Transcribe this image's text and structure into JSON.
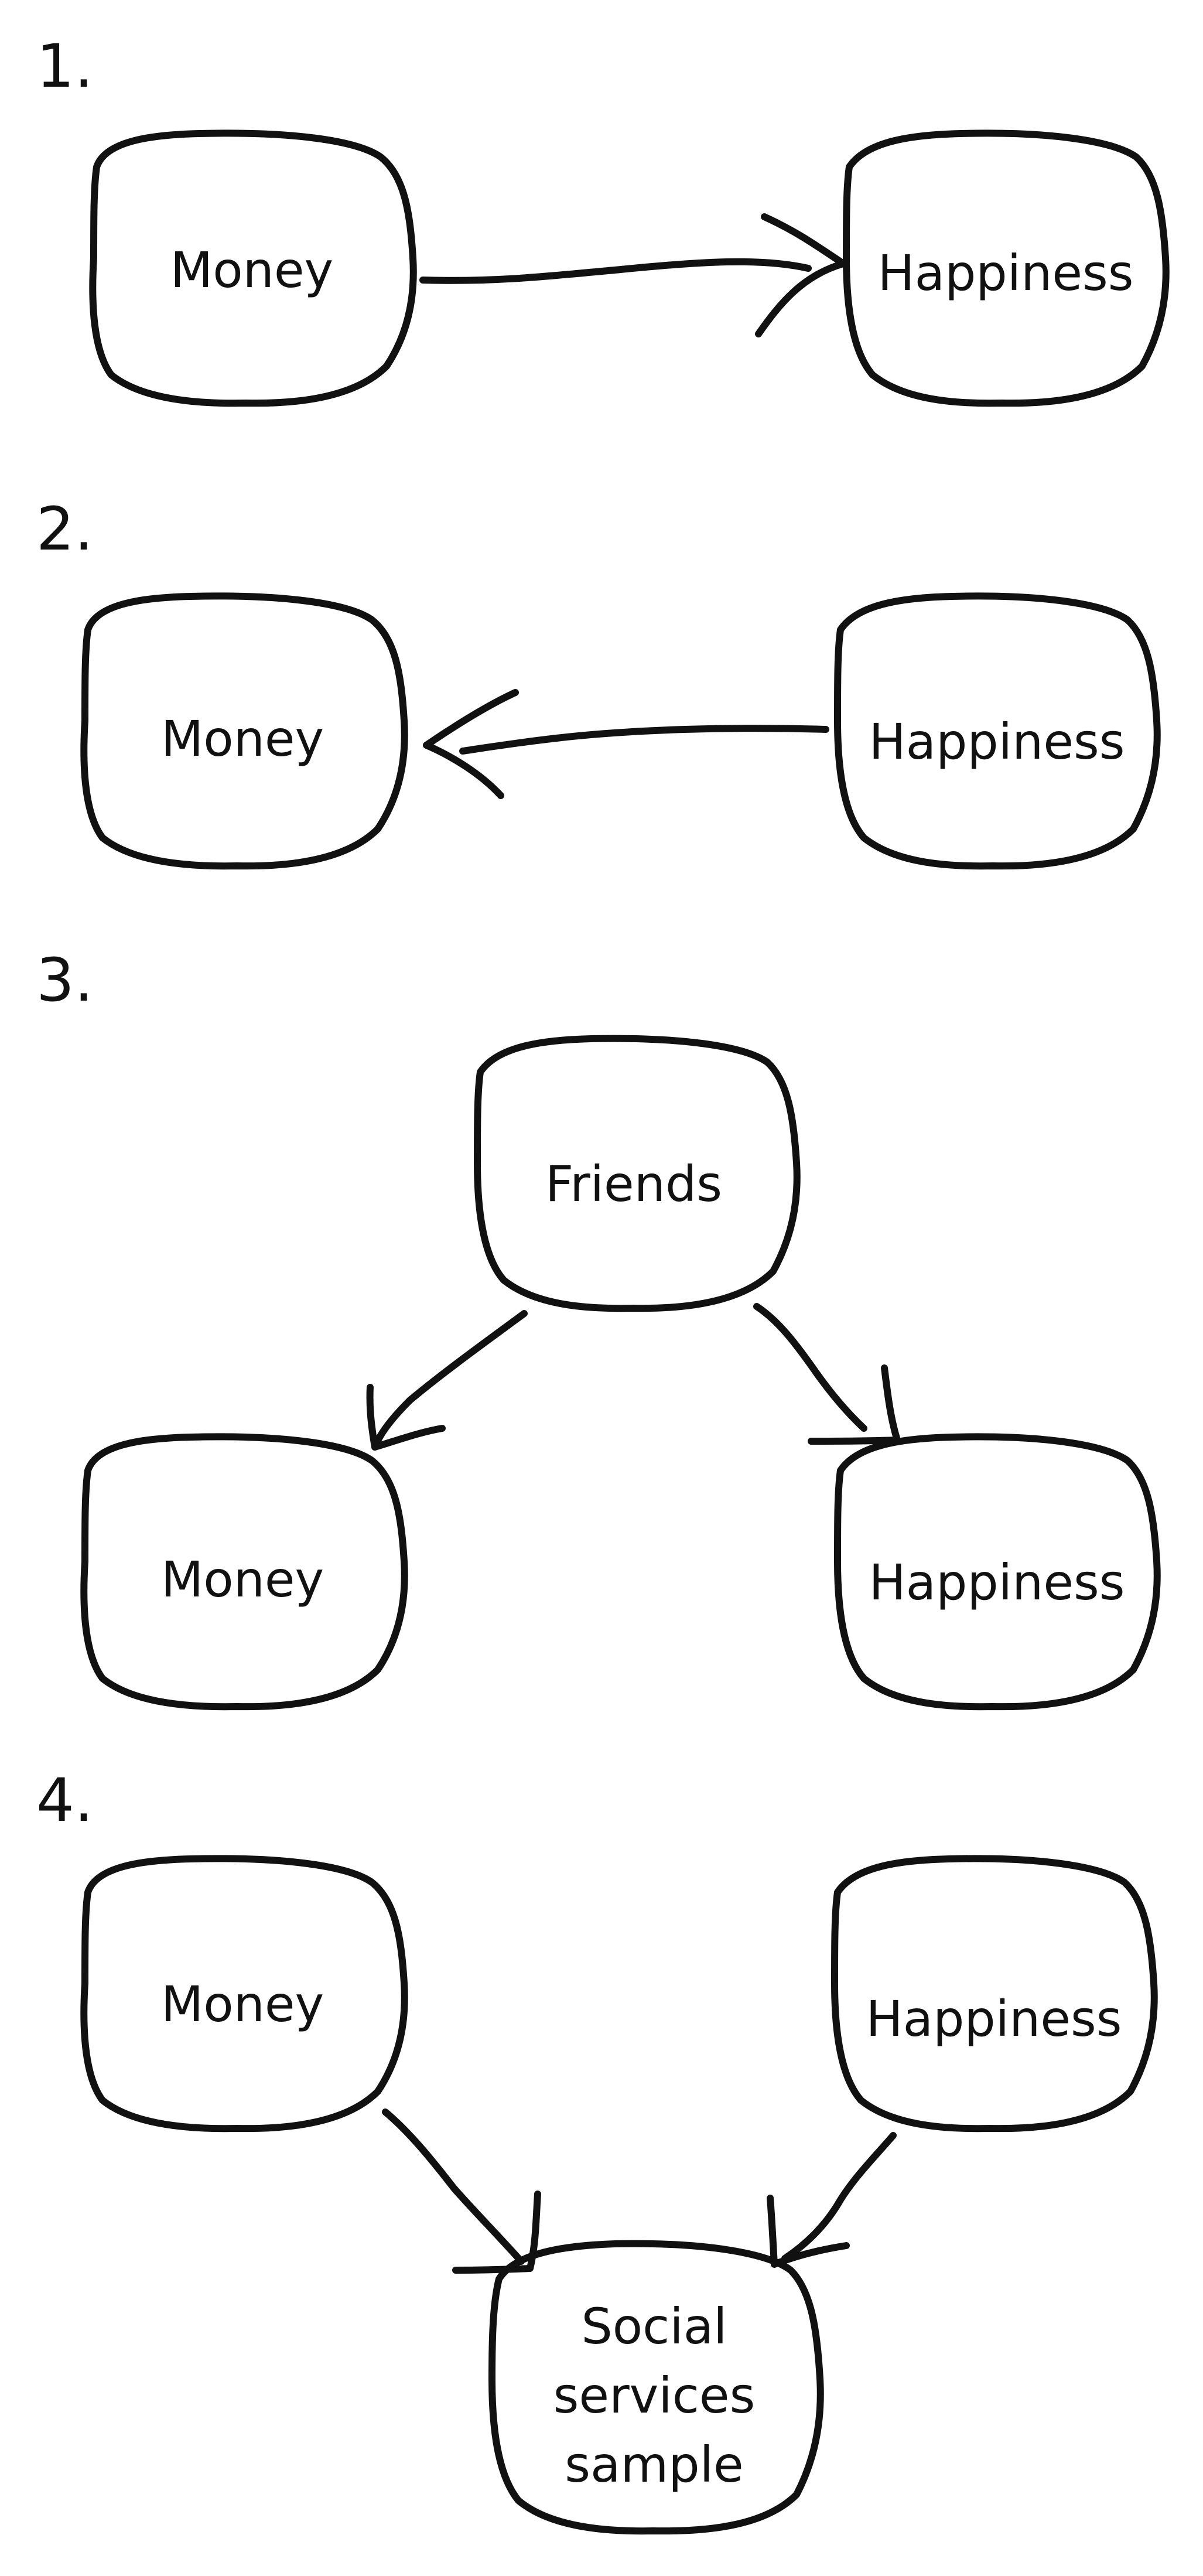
{
  "panels": [
    {
      "number": "1.",
      "nodes": [
        {
          "id": "money",
          "label": [
            "Money"
          ]
        },
        {
          "id": "happiness",
          "label": [
            "Happiness"
          ]
        }
      ],
      "edges": [
        {
          "from": "money",
          "to": "happiness"
        }
      ]
    },
    {
      "number": "2.",
      "nodes": [
        {
          "id": "money",
          "label": [
            "Money"
          ]
        },
        {
          "id": "happiness",
          "label": [
            "Happiness"
          ]
        }
      ],
      "edges": [
        {
          "from": "happiness",
          "to": "money"
        }
      ]
    },
    {
      "number": "3.",
      "nodes": [
        {
          "id": "friends",
          "label": [
            "Friends"
          ]
        },
        {
          "id": "money",
          "label": [
            "Money"
          ]
        },
        {
          "id": "happiness",
          "label": [
            "Happiness"
          ]
        }
      ],
      "edges": [
        {
          "from": "friends",
          "to": "money"
        },
        {
          "from": "friends",
          "to": "happiness"
        }
      ]
    },
    {
      "number": "4.",
      "nodes": [
        {
          "id": "money",
          "label": [
            "Money"
          ]
        },
        {
          "id": "happiness",
          "label": [
            "Happiness"
          ]
        },
        {
          "id": "sample",
          "label": [
            "Social",
            "services",
            "sample"
          ]
        }
      ],
      "edges": [
        {
          "from": "money",
          "to": "sample"
        },
        {
          "from": "happiness",
          "to": "sample"
        }
      ]
    }
  ]
}
